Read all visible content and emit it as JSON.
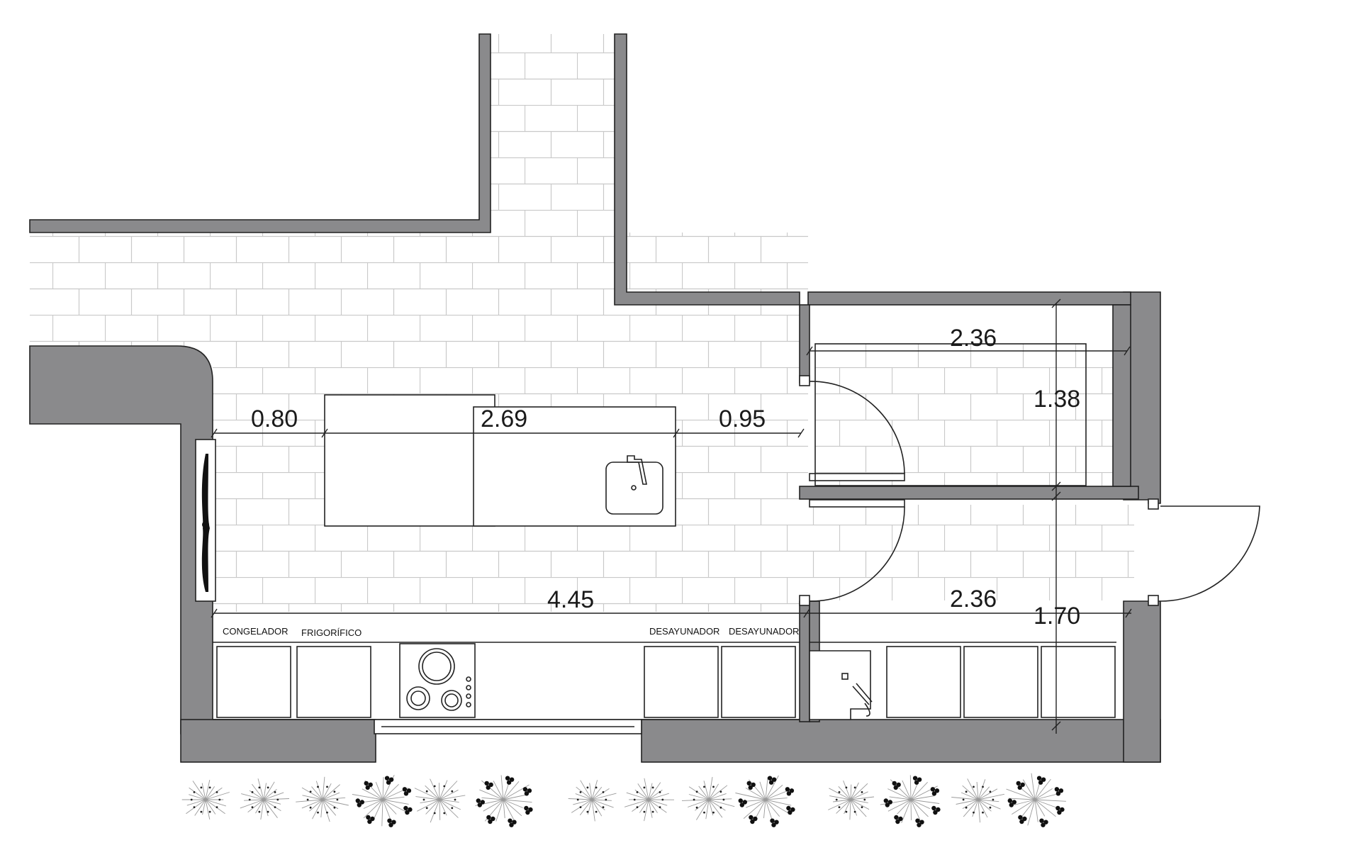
{
  "colors": {
    "wall_fill": "#8a8a8c",
    "wall_stroke": "#222222",
    "tile_grid": "#c9c9c9",
    "background": "#ffffff"
  },
  "dimensions": {
    "d_080": "0.80",
    "d_269": "2.69",
    "d_095": "0.95",
    "d_445": "4.45",
    "d_236_top": "2.36",
    "d_138": "1.38",
    "d_236_bottom": "2.36",
    "d_170": "1.70"
  },
  "labels": {
    "congelador": "CONGELADOR",
    "frigorifico": "FRIGORÍFICO",
    "desayunador_1": "DESAYUNADOR",
    "desayunador_2": "DESAYUNADOR"
  },
  "icons": [
    "sink-icon",
    "cooktop-icon",
    "washbasin-icon",
    "shrub-icon",
    "door-swing-icon"
  ]
}
